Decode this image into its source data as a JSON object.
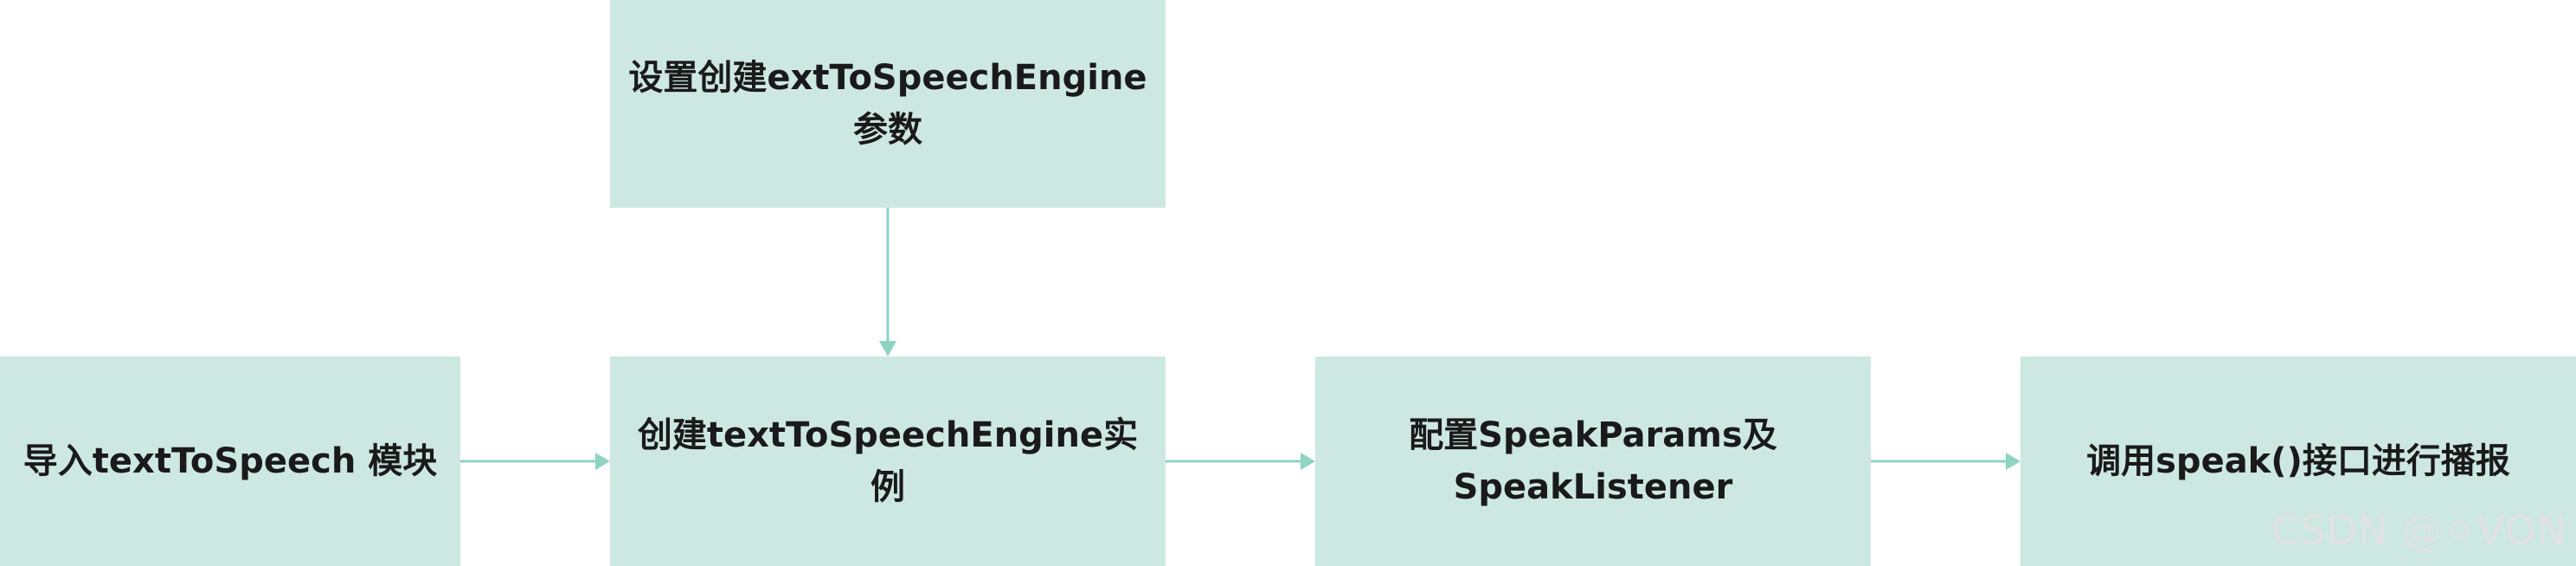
{
  "nodes": {
    "params": {
      "label": "设置创建extToSpeechEngine\n参数"
    },
    "import": {
      "label": "导入textToSpeech 模块"
    },
    "create": {
      "label": "创建textToSpeechEngine实\n例"
    },
    "config": {
      "label": "配置SpeakParams及\nSpeakListener"
    },
    "speak": {
      "label": "调用speak()接口进行播报"
    }
  },
  "edges": [
    {
      "from": "params",
      "to": "create"
    },
    {
      "from": "import",
      "to": "create"
    },
    {
      "from": "create",
      "to": "config"
    },
    {
      "from": "config",
      "to": "speak"
    }
  ],
  "colors": {
    "box_fill": "#cde8e0",
    "connector": "#8fd3c3",
    "text": "#1a1a1a"
  },
  "watermark": "CSDN @⚪VON"
}
